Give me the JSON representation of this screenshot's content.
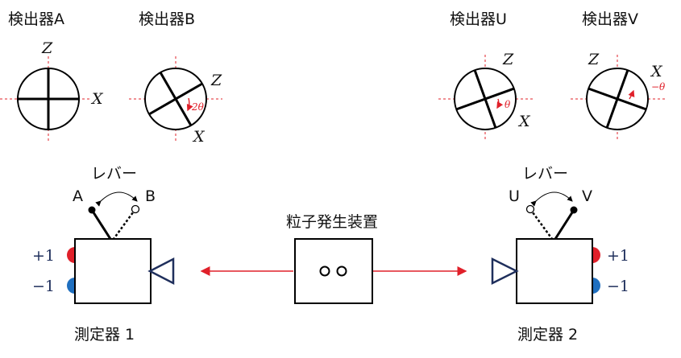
{
  "detectors": {
    "A": {
      "title": "検出器A",
      "axis_top": "Z",
      "axis_side": "X"
    },
    "B": {
      "title": "検出器B",
      "axis_top": "Z",
      "axis_side": "X",
      "angle": "2θ"
    },
    "U": {
      "title": "検出器U",
      "axis_top": "Z",
      "axis_side": "X",
      "angle": "θ"
    },
    "V": {
      "title": "検出器V",
      "axis_top": "Z",
      "axis_side": "X",
      "angle": "−θ"
    }
  },
  "device1": {
    "lever_title": "レバー",
    "pos_left": "A",
    "pos_right": "B",
    "out_plus": "+1",
    "out_minus": "−1",
    "name": "測定器 1"
  },
  "device2": {
    "lever_title": "レバー",
    "pos_left": "U",
    "pos_right": "V",
    "out_plus": "+1",
    "out_minus": "−1",
    "name": "測定器 2"
  },
  "source": {
    "name": "粒子発生装置"
  },
  "colors": {
    "beam": "#e0202a",
    "plus_led": "#e0202a",
    "minus_led": "#1f6fbf",
    "sensor": "#1f2f5c"
  }
}
